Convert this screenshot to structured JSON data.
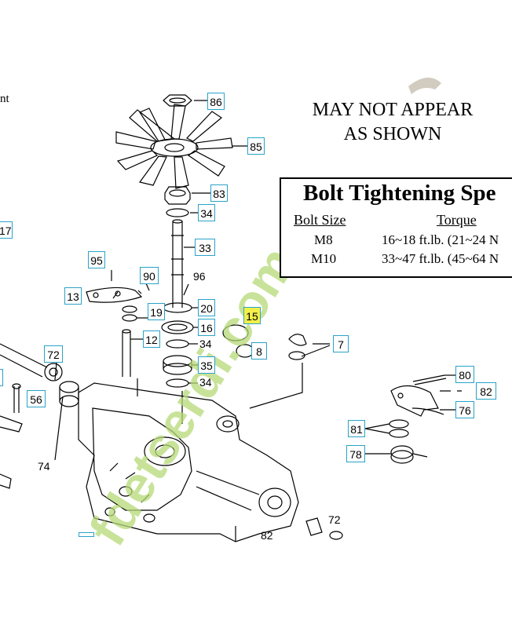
{
  "notice": {
    "line1": "MAY NOT APPEAR",
    "line2": "AS SHOWN"
  },
  "spec": {
    "title": "Bolt Tightening Spe",
    "col_size": "Bolt Size",
    "col_torque": "Torque",
    "rows": [
      {
        "size": "M8",
        "torque": "16~18 ft.lb. (21~24 N"
      },
      {
        "size": "M10",
        "torque": "33~47 ft.lb. (45~64 N"
      }
    ]
  },
  "edge_text": {
    "left_fragment": "nt",
    "bottom_fragment": "82"
  },
  "callouts": {
    "c86": "86",
    "c85": "85",
    "c83": "83",
    "c34a": "34",
    "c33": "33",
    "c95": "95",
    "c90": "90",
    "c96": "96",
    "c13": "13",
    "c19": "19",
    "c20": "20",
    "c16": "16",
    "c15": "15",
    "c12": "12",
    "c34b": "34",
    "c8": "8",
    "c7": "7",
    "c35": "35",
    "c34c": "34",
    "c72a": "72",
    "c56": "56",
    "c74": "74",
    "c17": "17",
    "c80": "80",
    "c82": "82",
    "c76": "76",
    "c81": "81",
    "c78": "78",
    "c72b": "72"
  },
  "watermark": {
    "text": "fdetserdi.com",
    "color": "#b6d977"
  },
  "colors": {
    "callout_border": "#2aa3c8",
    "highlight": "#f3f04a"
  }
}
